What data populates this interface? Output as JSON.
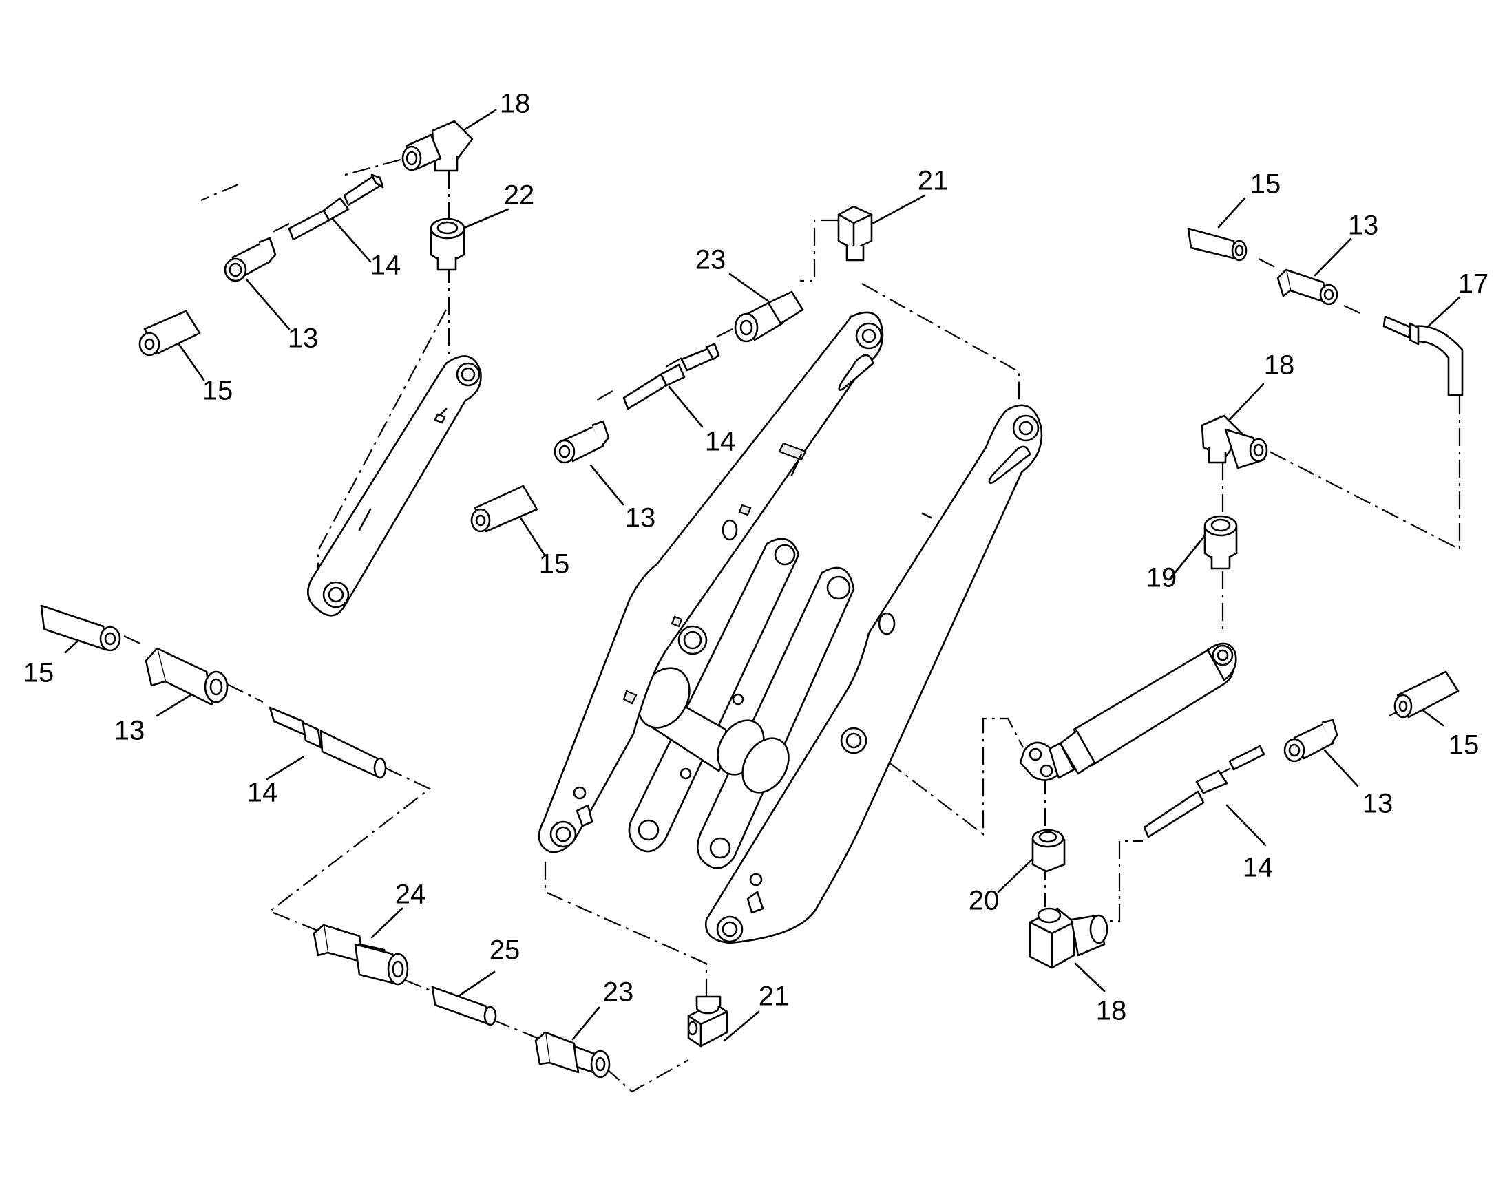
{
  "callouts": [
    {
      "id": "c-18-a",
      "text": "18"
    },
    {
      "id": "c-22",
      "text": "22"
    },
    {
      "id": "c-14-a",
      "text": "14"
    },
    {
      "id": "c-13-a",
      "text": "13"
    },
    {
      "id": "c-15-a",
      "text": "15"
    },
    {
      "id": "c-21-a",
      "text": "21"
    },
    {
      "id": "c-23-a",
      "text": "23"
    },
    {
      "id": "c-14-b",
      "text": "14"
    },
    {
      "id": "c-13-b",
      "text": "13"
    },
    {
      "id": "c-15-b",
      "text": "15"
    },
    {
      "id": "c-15-c",
      "text": "15"
    },
    {
      "id": "c-13-c",
      "text": "13"
    },
    {
      "id": "c-17",
      "text": "17"
    },
    {
      "id": "c-18-b",
      "text": "18"
    },
    {
      "id": "c-19",
      "text": "19"
    },
    {
      "id": "c-15-d",
      "text": "15"
    },
    {
      "id": "c-13-d",
      "text": "13"
    },
    {
      "id": "c-14-c",
      "text": "14"
    },
    {
      "id": "c-15-e",
      "text": "15"
    },
    {
      "id": "c-13-e",
      "text": "13"
    },
    {
      "id": "c-14-d",
      "text": "14"
    },
    {
      "id": "c-20",
      "text": "20"
    },
    {
      "id": "c-18-c",
      "text": "18"
    },
    {
      "id": "c-24",
      "text": "24"
    },
    {
      "id": "c-25",
      "text": "25"
    },
    {
      "id": "c-23-b",
      "text": "23"
    },
    {
      "id": "c-21-b",
      "text": "21"
    }
  ]
}
